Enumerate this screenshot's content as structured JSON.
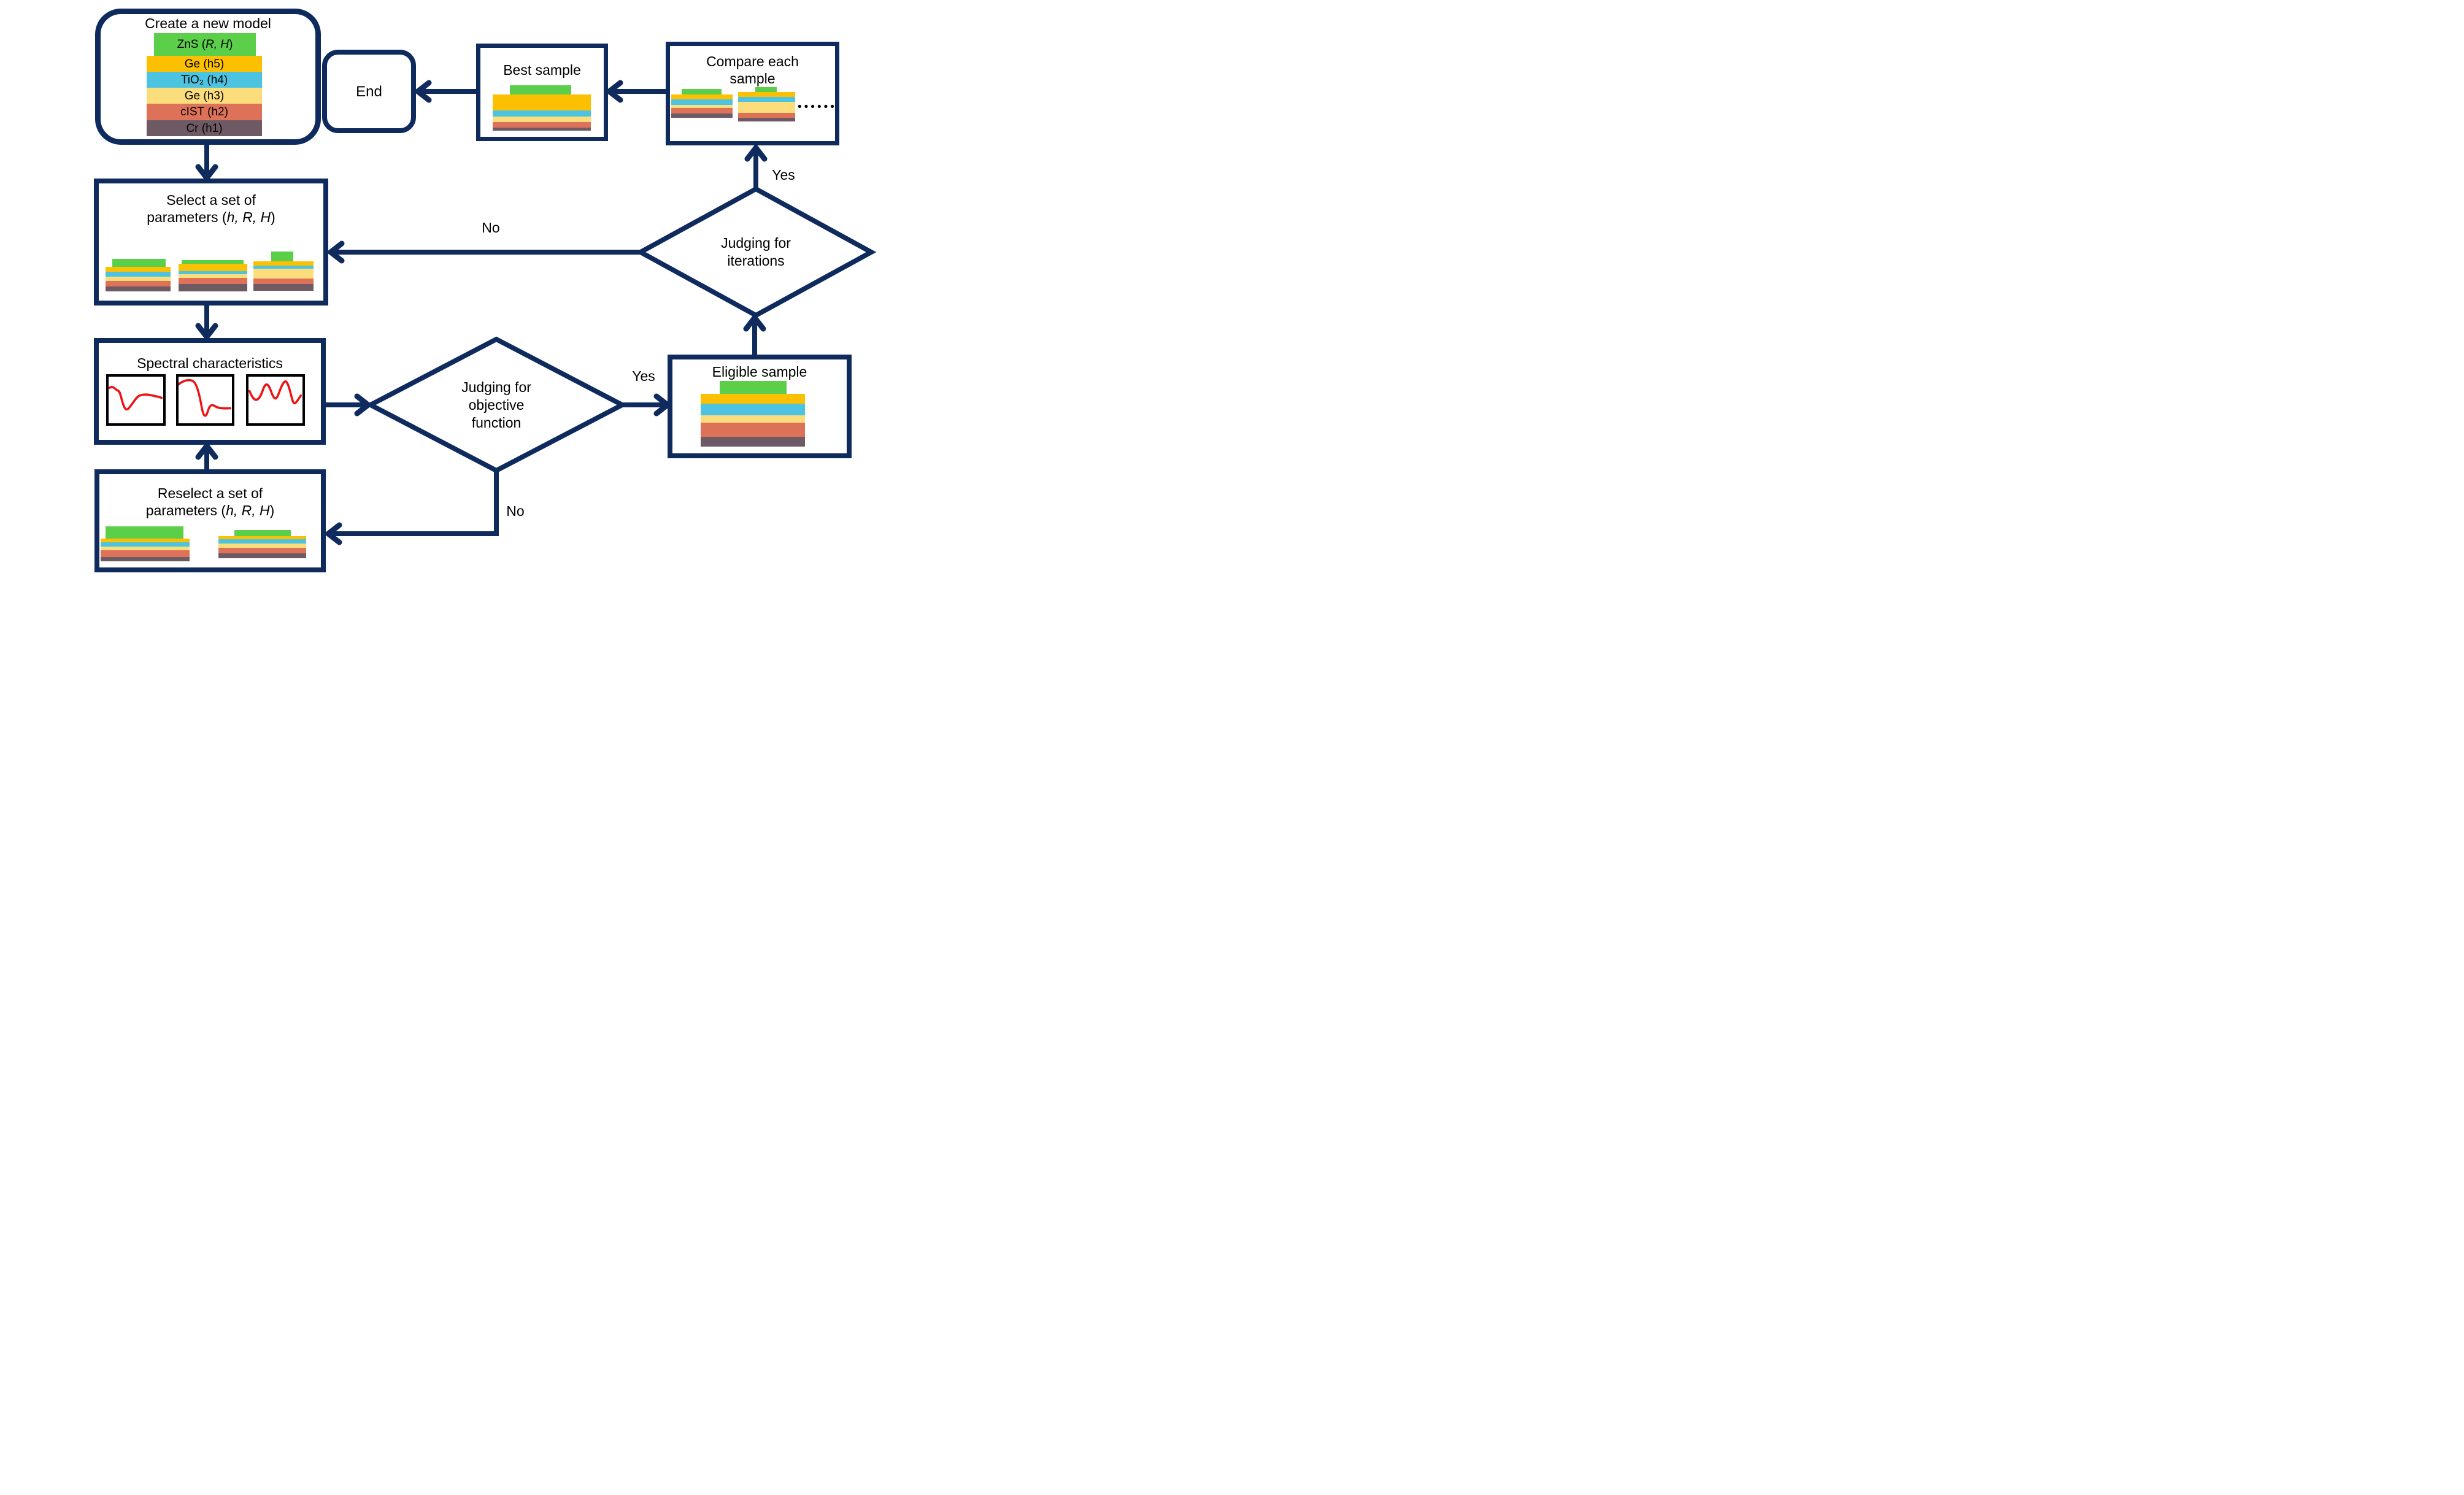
{
  "palette": {
    "navy": "#0f2b5e",
    "green": "#5ccf4a",
    "amber": "#fcc001",
    "blue": "#4cc4e1",
    "yellow": "#fcdd7c",
    "salmon": "#dd7258",
    "brown": "#6e5a64",
    "red": "#ee1313"
  },
  "nodes": {
    "create": {
      "title": "Create a new model",
      "layer_zns_pre": "ZnS (",
      "layer_zns_em": "R, H",
      "layer_zns_post": ")",
      "layer_ge5": "Ge (h5)",
      "layer_tio2": "TiO₂ (h4)",
      "layer_ge3": "Ge (h3)",
      "layer_cist": "cIST (h2)",
      "layer_cr": "Cr (h1)"
    },
    "end": {
      "title": "End"
    },
    "best": {
      "title": "Best sample"
    },
    "compare": {
      "line1": "Compare each",
      "line2": "sample",
      "ellipsis": "••••••"
    },
    "select": {
      "line1": "Select a set of",
      "line2_pre": "parameters (",
      "line2_em": "h, R, H",
      "line2_post": ")"
    },
    "iterations": {
      "line1": "Judging for",
      "line2": "iterations"
    },
    "spectral": {
      "title": "Spectral characteristics"
    },
    "objective": {
      "line1": "Judging for",
      "line2": "objective",
      "line3": "function"
    },
    "eligible": {
      "title": "Eligible sample"
    },
    "reselect": {
      "line1": "Reselect a set of",
      "line2_pre": "parameters (",
      "line2_em": "h, R, H",
      "line2_post": ")"
    }
  },
  "edges": {
    "yes_to_compare": "Yes",
    "no_to_select": "No",
    "yes_to_eligible": "Yes",
    "no_to_reselect": "No"
  }
}
